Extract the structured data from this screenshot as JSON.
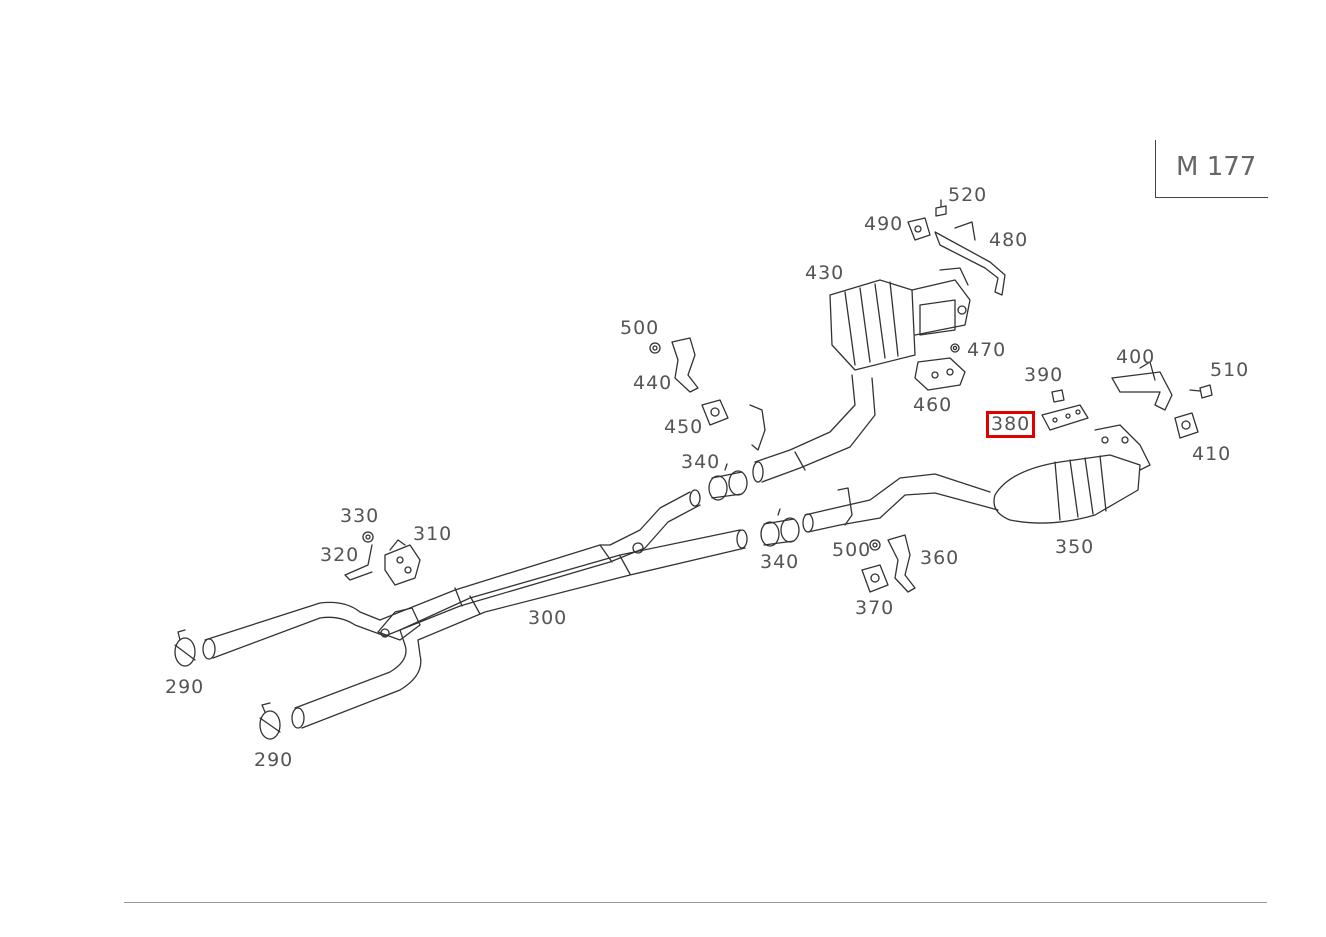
{
  "engine_code": "M 177",
  "highlight_color": "#e00000",
  "parts": [
    {
      "id": "p290a",
      "label": "290"
    },
    {
      "id": "p290b",
      "label": "290"
    },
    {
      "id": "p300",
      "label": "300"
    },
    {
      "id": "p310",
      "label": "310"
    },
    {
      "id": "p320",
      "label": "320"
    },
    {
      "id": "p330",
      "label": "330"
    },
    {
      "id": "p340a",
      "label": "340"
    },
    {
      "id": "p340b",
      "label": "340"
    },
    {
      "id": "p350",
      "label": "350"
    },
    {
      "id": "p360",
      "label": "360"
    },
    {
      "id": "p370",
      "label": "370"
    },
    {
      "id": "p380",
      "label": "380",
      "highlighted": true
    },
    {
      "id": "p390",
      "label": "390"
    },
    {
      "id": "p400",
      "label": "400"
    },
    {
      "id": "p410",
      "label": "410"
    },
    {
      "id": "p430",
      "label": "430"
    },
    {
      "id": "p440",
      "label": "440"
    },
    {
      "id": "p450",
      "label": "450"
    },
    {
      "id": "p460",
      "label": "460"
    },
    {
      "id": "p470",
      "label": "470"
    },
    {
      "id": "p480",
      "label": "480"
    },
    {
      "id": "p490",
      "label": "490"
    },
    {
      "id": "p500a",
      "label": "500"
    },
    {
      "id": "p500b",
      "label": "500"
    },
    {
      "id": "p510",
      "label": "510"
    },
    {
      "id": "p520",
      "label": "520"
    }
  ]
}
